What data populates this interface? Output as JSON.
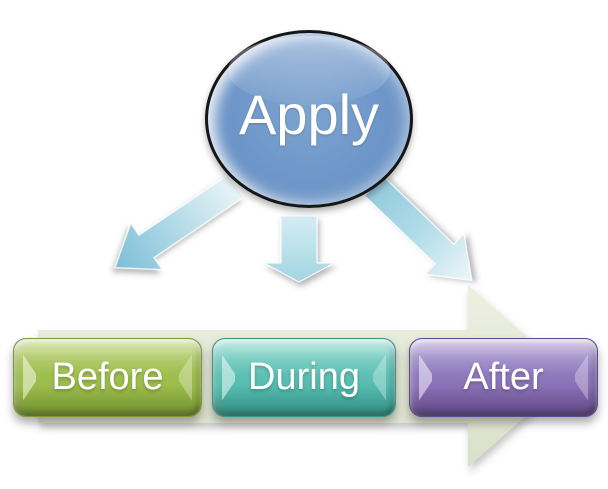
{
  "diagram": {
    "type": "process-flow",
    "circle": {
      "label": "Apply",
      "fill_color": "#6d96c8",
      "border_color": "#161616",
      "text_color": "#ffffff"
    },
    "stages": [
      {
        "label": "Before",
        "color": "#9bbc4a"
      },
      {
        "label": "During",
        "color": "#55bcb0"
      },
      {
        "label": "After",
        "color": "#8a71b7"
      }
    ],
    "timeline_arrow": {
      "direction": "right",
      "color": "#e5e9d8"
    },
    "connector_arrows": {
      "count": 3,
      "directions": [
        "down-left",
        "down",
        "down-right"
      ],
      "color_light": "#e8f4f8",
      "color_dark": "#7cbed6"
    },
    "background_color": "#ffffff"
  }
}
